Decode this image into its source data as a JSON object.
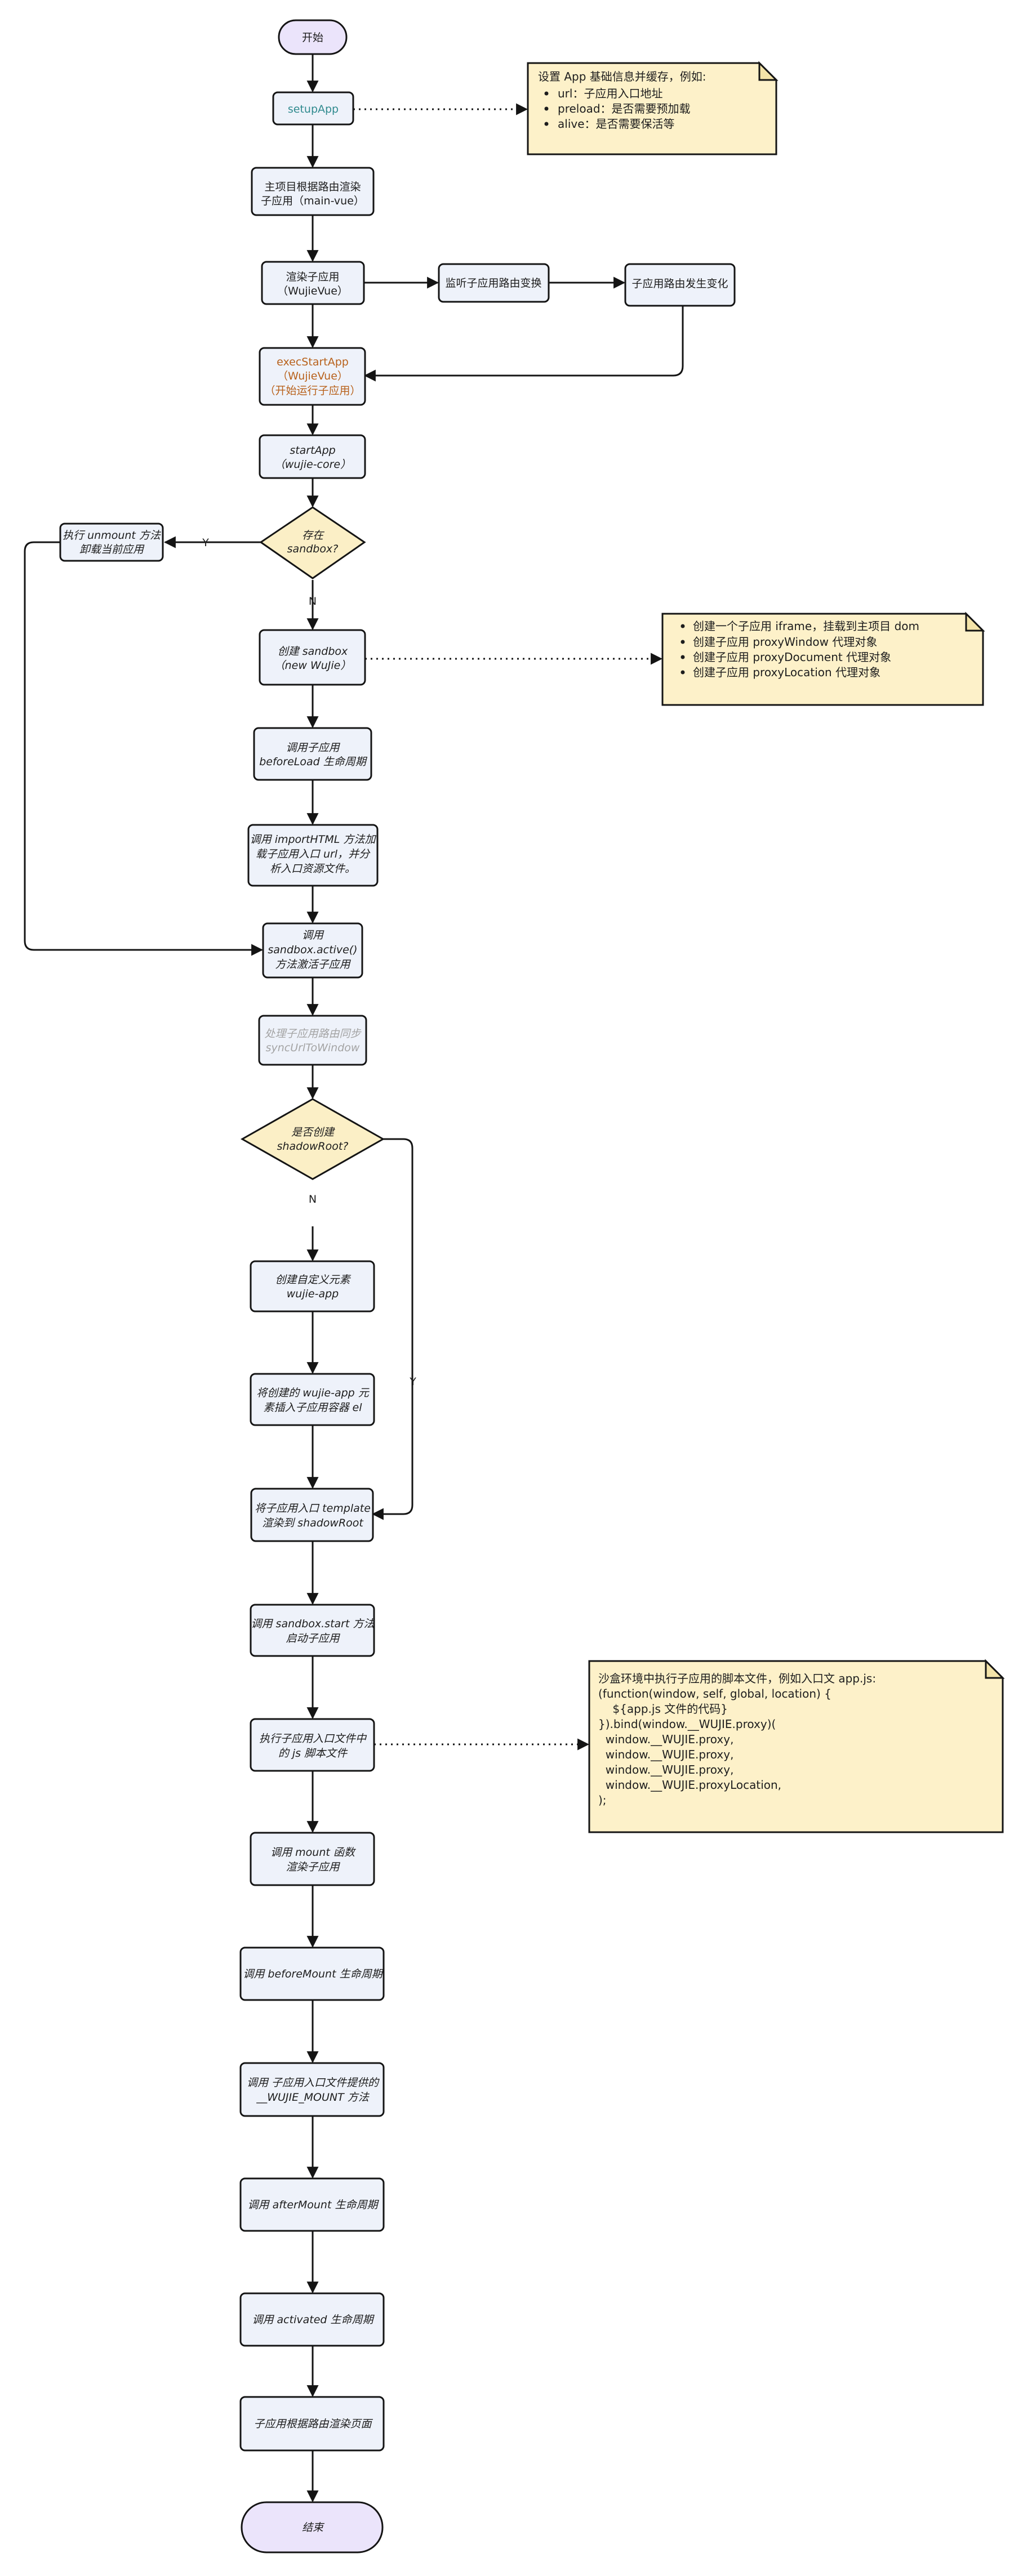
{
  "nodes": {
    "start": "开始",
    "setup_app": "setupApp",
    "main_render": [
      "主项目根据路由渲染",
      "子应用（main-vue）"
    ],
    "render_sub": [
      "渲染子应用",
      "（WujieVue）"
    ],
    "listen_route": "监听子应用路由变换",
    "route_change": "子应用路由发生变化",
    "exec_start_app": [
      "execStartApp",
      "（WujieVue）",
      "（开始运行子应用）"
    ],
    "start_app": [
      "startApp",
      "（wujie-core）"
    ],
    "sandbox_exists": [
      "存在",
      "sandbox?"
    ],
    "exec_unmount": [
      "执行 unmount 方法",
      "卸载当前应用"
    ],
    "create_sandbox": [
      "创建 sandbox",
      "（new WuJie）"
    ],
    "before_load": [
      "调用子应用",
      "beforeLoad 生命周期"
    ],
    "import_html": [
      "调用 importHTML 方法加",
      "载子应用入口 url，并分",
      "析入口资源文件。"
    ],
    "sandbox_active": [
      "调用",
      "sandbox.active()",
      "方法激活子应用"
    ],
    "sync_url": [
      "处理子应用路由同步",
      "syncUrlToWindow"
    ],
    "create_shadow": [
      "是否创建",
      "shadowRoot?"
    ],
    "create_element": [
      "创建自定义元素",
      "wujie-app"
    ],
    "insert_element": [
      "将创建的 wujie-app 元",
      "素插入子应用容器 el"
    ],
    "render_template": [
      "将子应用入口 template",
      "渲染到 shadowRoot"
    ],
    "sandbox_start": [
      "调用 sandbox.start 方法",
      "启动子应用"
    ],
    "exec_js": [
      "执行子应用入口文件中",
      "的 js 脚本文件"
    ],
    "call_mount": [
      "调用 mount 函数",
      "渲染子应用"
    ],
    "before_mount": "调用 beforeMount 生命周期",
    "wujie_mount": [
      "调用 子应用入口文件提供的",
      "__WUJIE_MOUNT 方法"
    ],
    "after_mount": "调用 afterMount 生命周期",
    "activated": "调用 activated 生命周期",
    "route_render": "子应用根据路由渲染页面",
    "end": "结束"
  },
  "edge_labels": {
    "yes": "Y",
    "no": "N"
  },
  "notes": {
    "setup": {
      "title": "设置 App 基础信息并缓存，例如:",
      "items": [
        "url：子应用入口地址",
        "preload：是否需要预加载",
        "alive：是否需要保活等"
      ]
    },
    "sandbox": {
      "items": [
        "创建一个子应用 iframe，挂载到主项目 dom",
        "创建子应用 proxyWindow 代理对象",
        "创建子应用 proxyDocument 代理对象",
        "创建子应用 proxyLocation 代理对象"
      ]
    },
    "script": {
      "lines": [
        "沙盒环境中执行子应用的脚本文件，例如入口文 app.js:",
        "(function(window, self, global, location) {",
        "    ${app.js 文件的代码}",
        "}).bind(window.__WUJIE.proxy)(",
        "  window.__WUJIE.proxy,",
        "  window.__WUJIE.proxy,",
        "  window.__WUJIE.proxy,",
        "  window.__WUJIE.proxyLocation,",
        ");"
      ]
    }
  },
  "colors": {
    "process_fill": "#eef2fa",
    "terminal_fill": "#ebe4fb",
    "decision_fill": "#fbefc6",
    "note_fill": "#fdf1c9",
    "teal_text": "#2f8a8e",
    "orange_text": "#b8611b",
    "gray_text": "#a4a4a4"
  }
}
